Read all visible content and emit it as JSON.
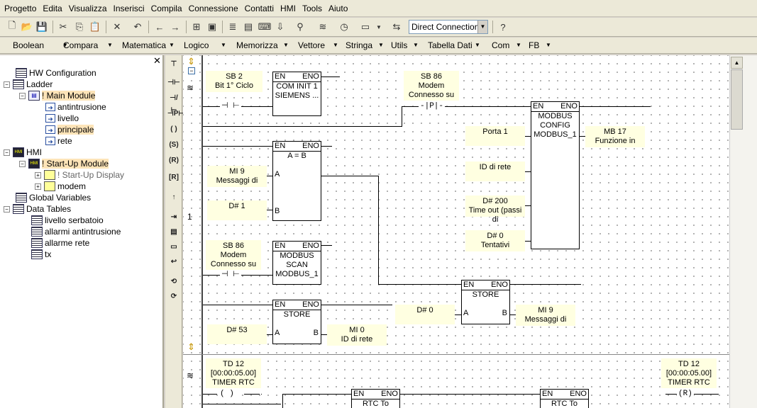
{
  "menu": [
    "Progetto",
    "Edita",
    "Visualizza",
    "Inserisci",
    "Compila",
    "Connessione",
    "Contatti",
    "HMI",
    "Tools",
    "Aiuto"
  ],
  "toolbar": {
    "connection": "Direct Connection"
  },
  "function_bar": [
    "Boolean",
    "Compara",
    "Matematica",
    "Logico",
    "Memorizza",
    "Vettore",
    "Stringa",
    "Utils",
    "Tabella Dati",
    "Com",
    "FB"
  ],
  "tree": {
    "hw_config": "HW Configuration",
    "ladder": "Ladder",
    "main_module": "! Main Module",
    "main_children": [
      "antintrusione",
      "livello",
      "principale",
      "rete"
    ],
    "hmi": "HMI",
    "startup_module": "! Start-Up Module",
    "startup_display": "! Start-Up Display",
    "modem": "modem",
    "global_vars": "Global Variables",
    "data_tables": "Data Tables",
    "tables": [
      "livello serbatoio",
      "allarmi antintrusione",
      "allarme rete",
      "tx"
    ]
  },
  "ladder": {
    "rung_number": "1",
    "en": "EN",
    "eno": "ENO",
    "sb2": [
      "SB 2",
      "Bit 1° Ciclo"
    ],
    "com_init": [
      "COM INIT 1",
      "SIEMENS ..."
    ],
    "sb86a": [
      "SB 86",
      "Modem",
      "Connesso su"
    ],
    "p_contact": "-|P|-",
    "modbus_config": [
      "MODBUS",
      "CONFIG",
      "MODBUS_1"
    ],
    "porta": "Porta 1",
    "mb17": [
      "MB 17",
      "Funzione in"
    ],
    "compare_title": "A = B",
    "pin_a": "A",
    "pin_b": "B",
    "mi9a": [
      "MI 9",
      "Messaggi di"
    ],
    "d1": "D# 1",
    "id_rete": "ID di rete",
    "d200": [
      "D# 200",
      "Time out (passi di"
    ],
    "d0a": [
      "D# 0",
      "Tentativi"
    ],
    "sb86b": [
      "SB 86",
      "Modem",
      "Connesso su"
    ],
    "modbus_scan": [
      "MODBUS",
      "SCAN",
      "MODBUS_1"
    ],
    "store": "STORE",
    "d0b": "D# 0",
    "mi9b": [
      "MI 9",
      "Messaggi di"
    ],
    "d53": "D# 53",
    "mi0": [
      "MI 0",
      "ID di rete"
    ],
    "td12a": [
      "TD 12",
      "[00:00:05.00]",
      "TIMER RTC"
    ],
    "coil": "( )",
    "td12b": [
      "TD 12",
      "[00:00:05.00]",
      "TIMER RTC"
    ],
    "coil_r": "(R)",
    "rtc_ascii": "RTC To ASCII"
  }
}
